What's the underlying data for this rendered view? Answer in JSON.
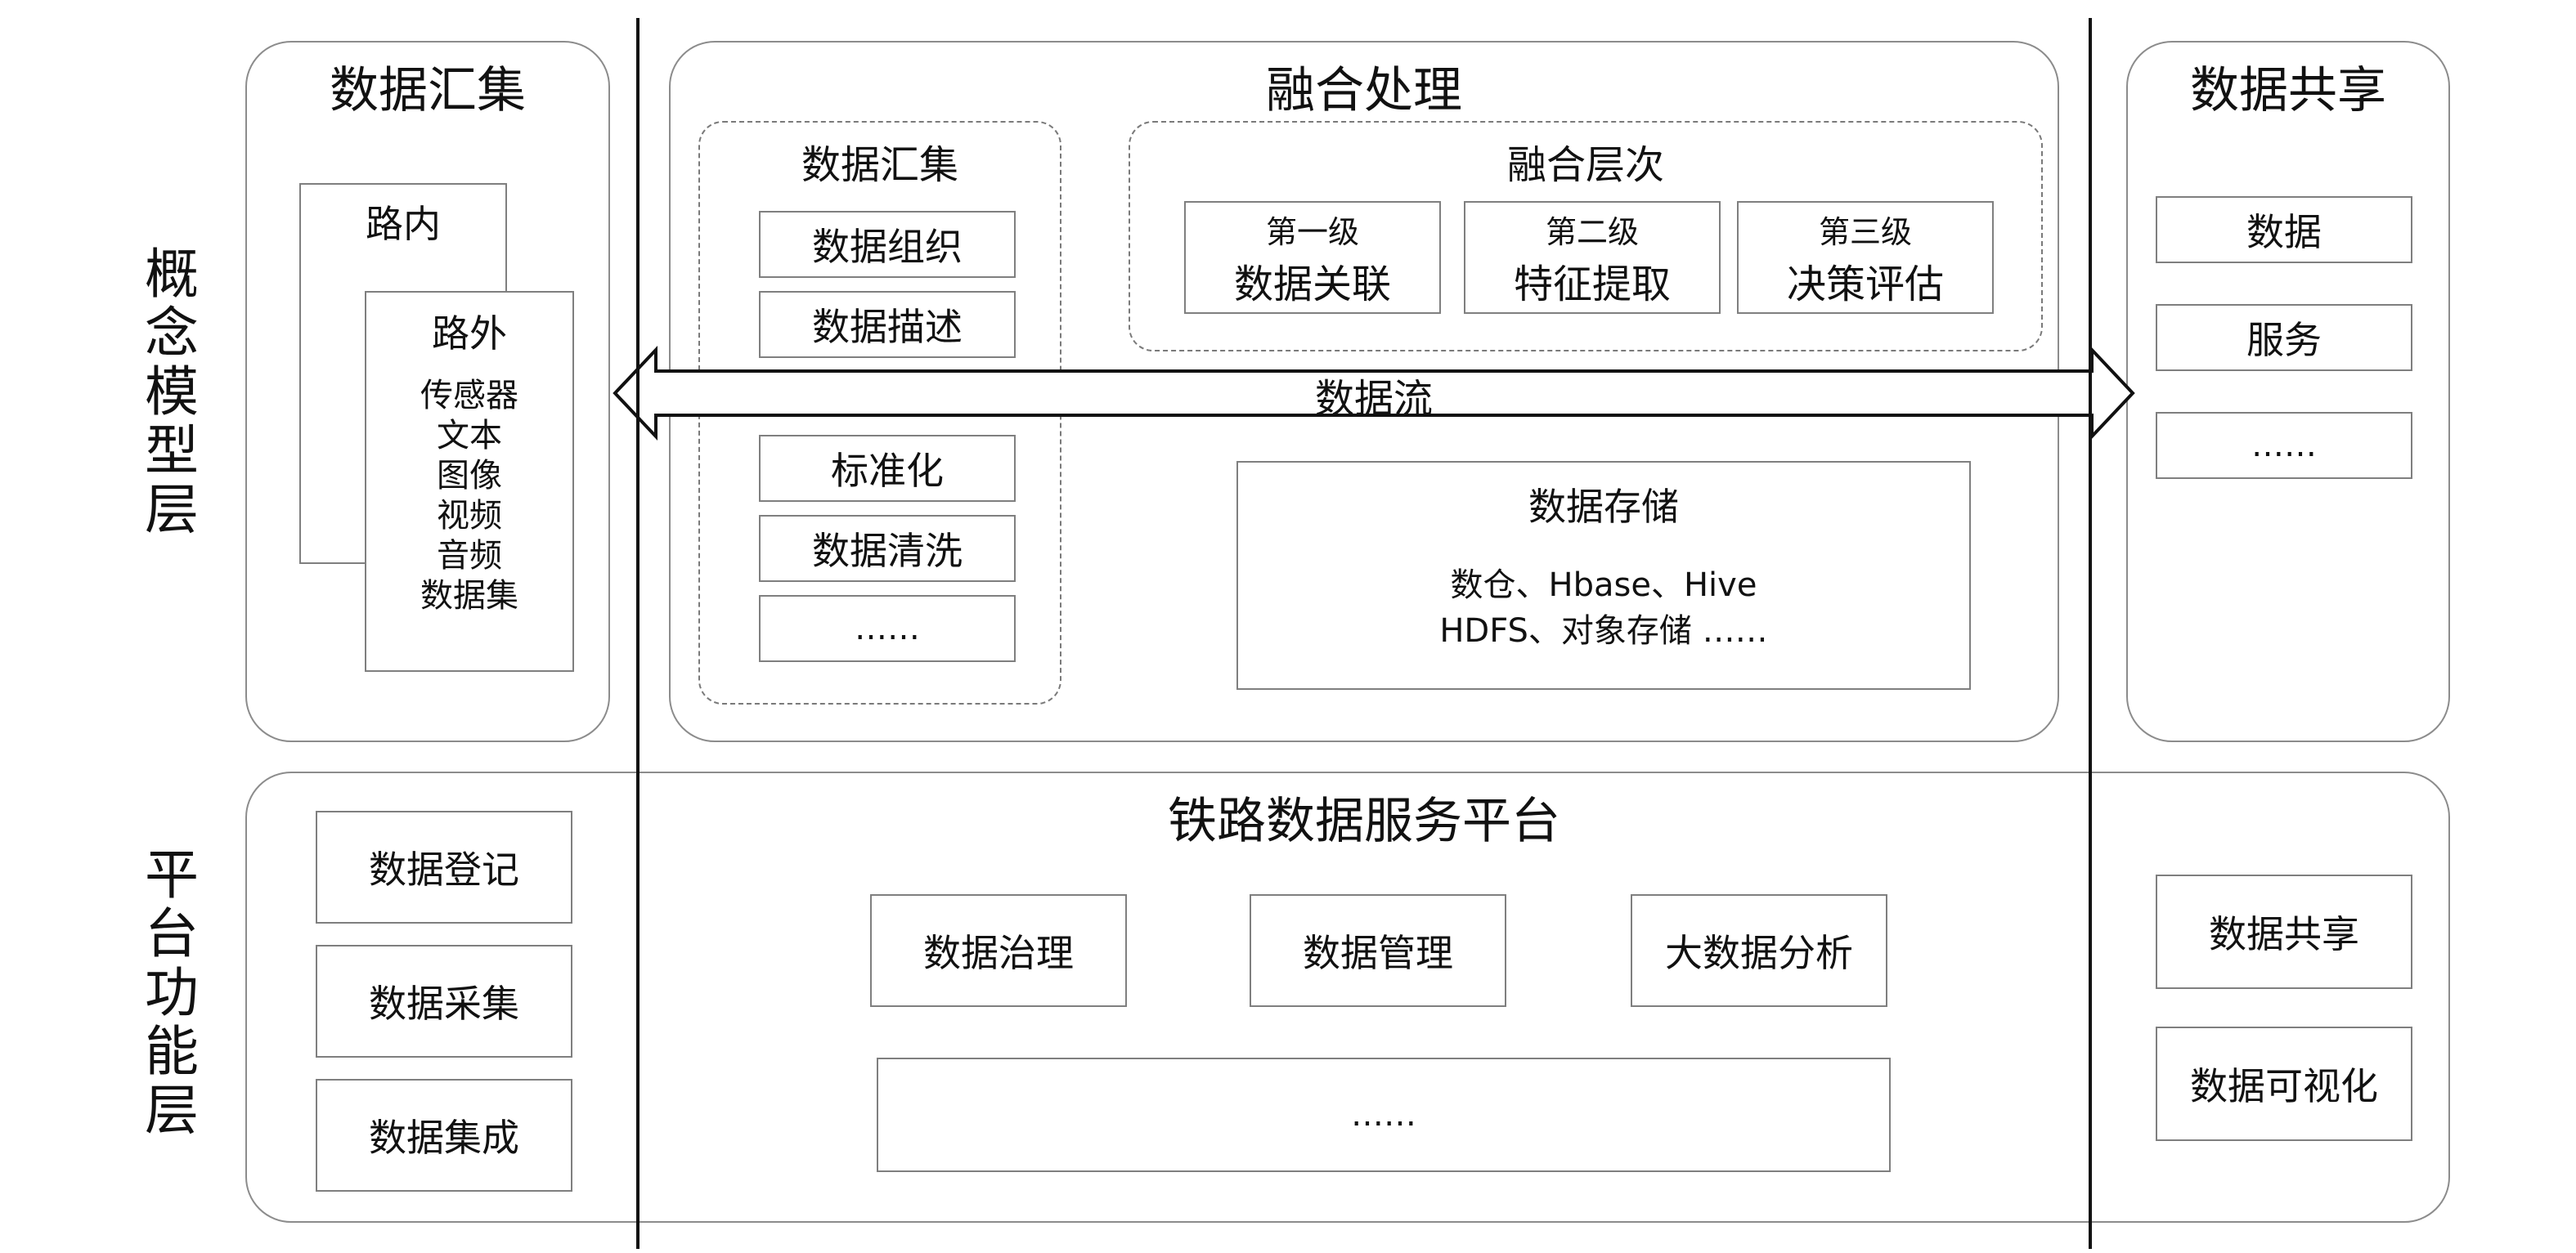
{
  "layers": {
    "concept": "概念模型层",
    "platform": "平台功能层"
  },
  "collect_panel": {
    "title": "数据汇集",
    "inner_title": "路内",
    "outer_title": "路外",
    "outer_items": [
      "传感器",
      "文本",
      "图像",
      "视频",
      "音频",
      "数据集"
    ]
  },
  "fusion_panel": {
    "title": "融合处理",
    "collect_group": {
      "title": "数据汇集",
      "items": [
        "数据组织",
        "数据描述",
        "标准化",
        "数据清洗",
        "……"
      ]
    },
    "levels_group": {
      "title": "融合层次",
      "levels": [
        {
          "rank": "第一级",
          "name": "数据关联"
        },
        {
          "rank": "第二级",
          "name": "特征提取"
        },
        {
          "rank": "第三级",
          "name": "决策评估"
        }
      ]
    },
    "storage": {
      "title": "数据存储",
      "line1": "数仓、Hbase、Hive",
      "line2": "HDFS、对象存储 ……"
    }
  },
  "data_flow": "数据流",
  "share_panel": {
    "title": "数据共享",
    "items": [
      "数据",
      "服务",
      "……"
    ]
  },
  "platform": {
    "title": "铁路数据服务平台",
    "left_items": [
      "数据登记",
      "数据采集",
      "数据集成"
    ],
    "center_items": [
      "数据治理",
      "数据管理",
      "大数据分析"
    ],
    "center_more": "……",
    "right_items": [
      "数据共享",
      "数据可视化"
    ]
  }
}
